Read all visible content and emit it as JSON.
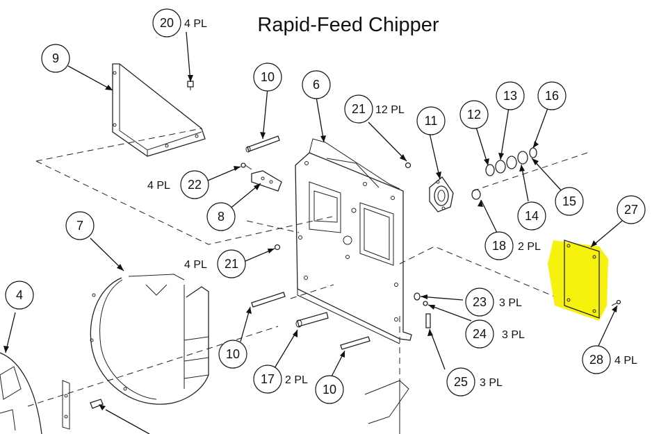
{
  "title": "Rapid-Feed Chipper",
  "highlight_color": "#f5f000",
  "callouts": [
    {
      "num": "20",
      "qty": "4 PL"
    },
    {
      "num": "9",
      "qty": ""
    },
    {
      "num": "10",
      "qty": ""
    },
    {
      "num": "6",
      "qty": ""
    },
    {
      "num": "21",
      "qty": "12 PL"
    },
    {
      "num": "11",
      "qty": ""
    },
    {
      "num": "12",
      "qty": ""
    },
    {
      "num": "13",
      "qty": ""
    },
    {
      "num": "16",
      "qty": ""
    },
    {
      "num": "22",
      "qty": "4 PL"
    },
    {
      "num": "8",
      "qty": ""
    },
    {
      "num": "15",
      "qty": ""
    },
    {
      "num": "14",
      "qty": ""
    },
    {
      "num": "27",
      "qty": ""
    },
    {
      "num": "7",
      "qty": ""
    },
    {
      "num": "18",
      "qty": "2 PL"
    },
    {
      "num": "21",
      "qty": "4 PL"
    },
    {
      "num": "4",
      "qty": ""
    },
    {
      "num": "23",
      "qty": "3 PL"
    },
    {
      "num": "24",
      "qty": "3 PL"
    },
    {
      "num": "10",
      "qty": ""
    },
    {
      "num": "28",
      "qty": "4 PL"
    },
    {
      "num": "17",
      "qty": "2 PL"
    },
    {
      "num": "25",
      "qty": "3 PL"
    },
    {
      "num": "10",
      "qty": ""
    }
  ]
}
